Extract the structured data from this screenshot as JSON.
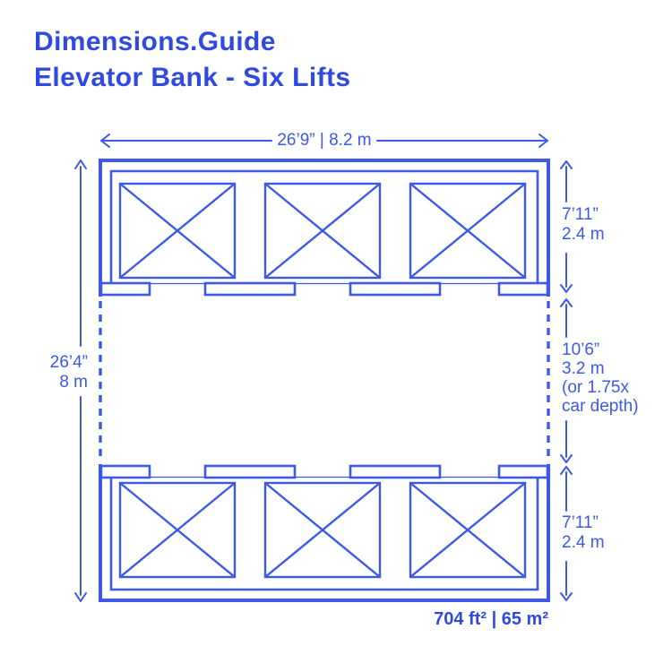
{
  "header": {
    "brand": "Dimensions.Guide",
    "title": "Elevator Bank - Six Lifts"
  },
  "dimensions": {
    "overall_width": "26’9” | 8.2 m",
    "overall_depth": [
      "26’4”",
      "8 m"
    ],
    "car_depth_top": [
      "7’11”",
      "2.4 m"
    ],
    "lobby_width": [
      "10’6”",
      "3.2 m",
      "(or 1.75x",
      "car depth)"
    ],
    "car_depth_bottom": [
      "7’11”",
      "2.4 m"
    ],
    "area": "704 ft² | 65 m²"
  },
  "colors": {
    "accent_text": "#3049e0",
    "line": "#3e58e8",
    "background": "#ffffff"
  }
}
